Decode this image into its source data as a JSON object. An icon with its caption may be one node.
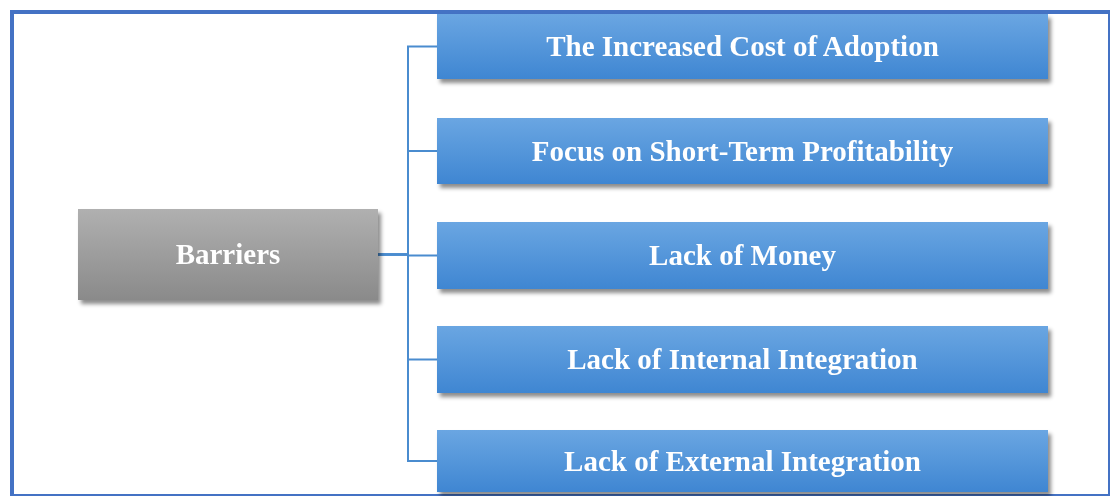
{
  "diagram": {
    "nodes": [
      {
        "text": [
          "Barriers"
        ]
      },
      {
        "text": [
          "The Increased Cost of Adoption"
        ]
      },
      {
        "text": [
          "Focus on Short-Term Profitability"
        ]
      },
      {
        "text": [
          "Lack of Money"
        ]
      },
      {
        "text": [
          "Lack of Internal Integration"
        ]
      },
      {
        "text": [
          "Lack of External Integration"
        ]
      }
    ],
    "edges": [
      {
        "from": 0,
        "to": 1,
        "arrow": "none"
      },
      {
        "from": 0,
        "to": 2,
        "arrow": "none"
      },
      {
        "from": 0,
        "to": 3,
        "arrow": "none"
      },
      {
        "from": 0,
        "to": 4,
        "arrow": "none"
      },
      {
        "from": 0,
        "to": 5,
        "arrow": "none"
      }
    ]
  }
}
